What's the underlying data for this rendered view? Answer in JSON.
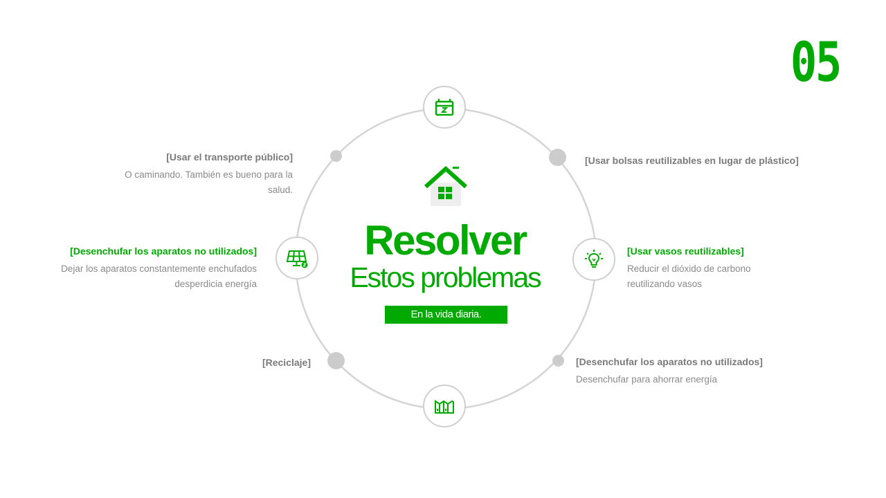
{
  "page_number": "05",
  "center": {
    "title": "Resolver",
    "subtitle": "Estos problemas",
    "tagline": "En la vida diaria."
  },
  "items": [
    {
      "title": "[Usar el transporte público]",
      "desc": "O caminando. También es bueno para la salud."
    },
    {
      "title": "[Desenchufar los aparatos no utilizados]",
      "desc": "Dejar los aparatos constantemente enchufados desperdicia energía"
    },
    {
      "title": "[Reciclaje]",
      "desc": ""
    },
    {
      "title": "[Usar bolsas reutilizables en lugar de plástico]",
      "desc": ""
    },
    {
      "title": "[Usar vasos reutilizables]",
      "desc": "Reducir el dióxido de carbono reutilizando vasos"
    },
    {
      "title": "[Desenchufar los aparatos no utilizados]",
      "desc": "Desenchufar para ahorrar energía"
    }
  ],
  "icons": {
    "top": "battery-icon",
    "left": "solar-panel-icon",
    "right": "lightbulb-icon",
    "bottom": "factory-icon",
    "center": "house-icon"
  },
  "colors": {
    "accent": "#00aa00",
    "ring": "#d4d4d4",
    "dot": "#cccccc",
    "text_gray": "#7a7a7a"
  }
}
